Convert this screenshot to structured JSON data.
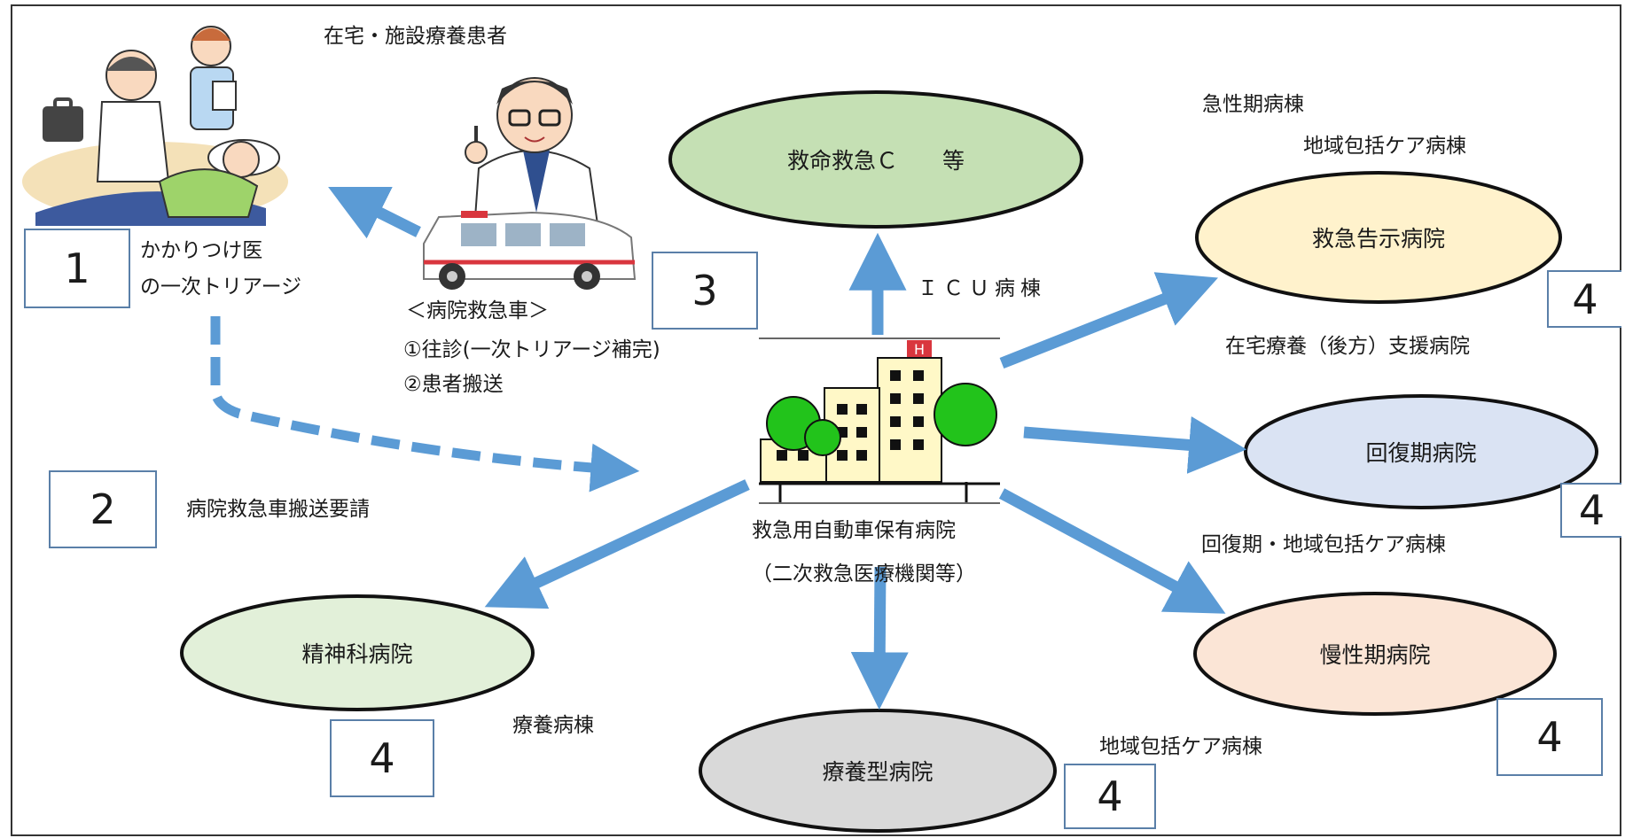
{
  "patients": {
    "label": "在宅・施設療養患者"
  },
  "steps": {
    "step1": {
      "number": "1",
      "text_line1": "かかりつけ医",
      "text_line2": "の一次トリアージ"
    },
    "step2": {
      "number": "2",
      "text": "病院救急車搬送要請"
    },
    "step3": {
      "number": "3"
    }
  },
  "ambulance": {
    "title": "＜病院救急車＞",
    "item1": "①往診(一次トリアージ補完)",
    "item2": "②患者搬送"
  },
  "hub": {
    "line1": "救急用自動車保有病院",
    "line2": "（二次救急医療機関等）"
  },
  "destinations": {
    "emergency_center": {
      "label": "救命救急Ｃ　　等",
      "edge_label": "ＩＣＵ病棟"
    },
    "notified_hospital": {
      "label": "救急告示病院",
      "note1": "急性期病棟",
      "note2": "地域包括ケア病棟",
      "note3": "在宅療養（後方）支援病院",
      "number": "4"
    },
    "recovery_hospital": {
      "label": "回復期病院",
      "note": "回復期・地域包括ケア病棟",
      "number": "4"
    },
    "chronic_hospital": {
      "label": "慢性期病院",
      "number": "4"
    },
    "care_hospital": {
      "label": "療養型病院",
      "note": "地域包括ケア病棟",
      "number": "4"
    },
    "psychiatric_hospital": {
      "label": "精神科病院",
      "note": "療養病棟",
      "number": "4"
    }
  },
  "colors": {
    "arrow": "#5b9bd5",
    "emergency_center_fill": "#c5e0b4",
    "notified_fill": "#fff2cc",
    "recovery_fill": "#dae3f3",
    "chronic_fill": "#fbe5d6",
    "care_fill": "#d9d9d9",
    "psychiatric_fill": "#e2f0d9"
  },
  "icons": [
    "doctor-home-visit-illustration",
    "doctor-icon",
    "ambulance-icon",
    "hospital-building-icon"
  ]
}
